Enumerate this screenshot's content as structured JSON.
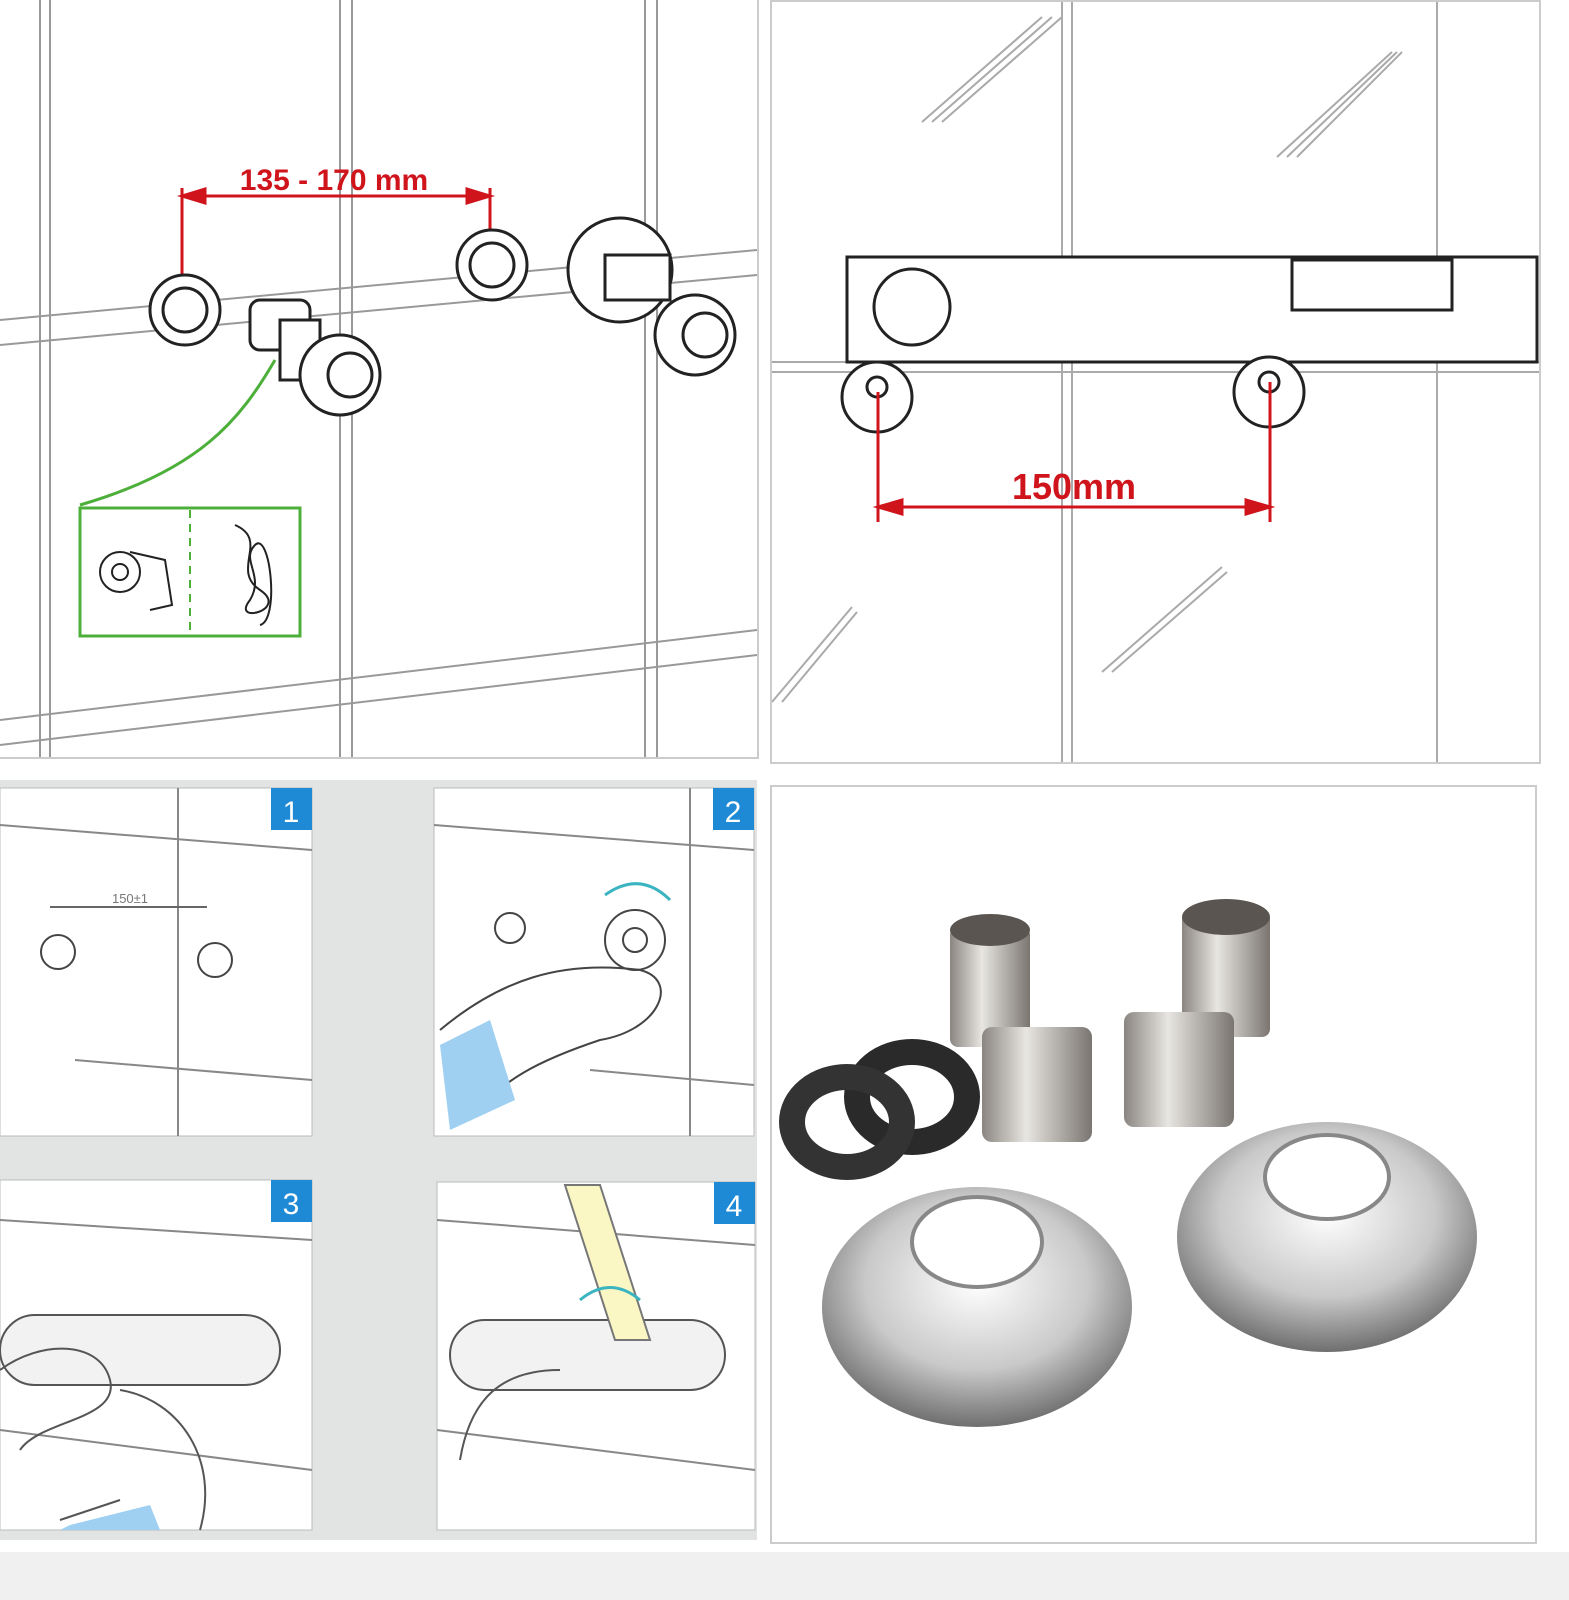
{
  "panels": {
    "spacing_diagram": {
      "dimension_label": "135 - 170 mm"
    },
    "level_diagram": {
      "dimension_label": "150mm"
    },
    "steps": [
      {
        "number": "1",
        "dimension_label": "150±1"
      },
      {
        "number": "2"
      },
      {
        "number": "3"
      },
      {
        "number": "4"
      }
    ],
    "product_photo": {
      "items": [
        "offset-connector",
        "offset-connector",
        "rubber-washer",
        "rubber-washer",
        "chrome-cover-rosette",
        "chrome-cover-rosette"
      ]
    }
  },
  "colors": {
    "dimension_red": "#d0141c",
    "tape_green": "#4caf3a",
    "step_badge_blue": "#1e8ad6",
    "hand_blue": "#9fd0f2",
    "panel_gray": "#e2e4e4"
  }
}
